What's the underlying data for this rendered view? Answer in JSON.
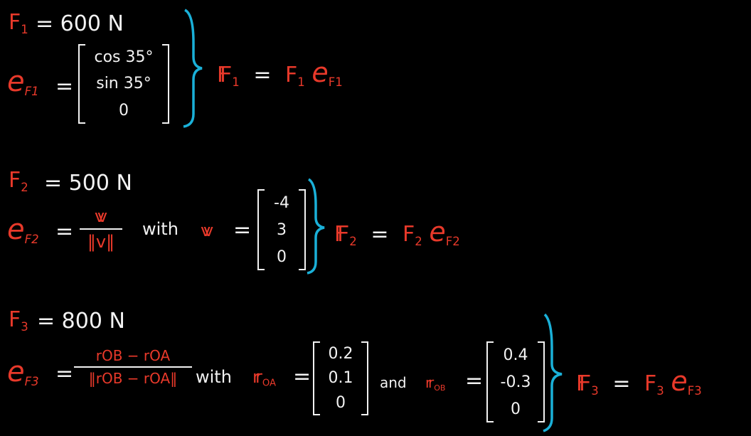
{
  "block1": {
    "force_symbol": "F",
    "force_sub": "1",
    "force_value": "= 600 N",
    "e_symbol": "e",
    "e_sub": "F1",
    "equals": "=",
    "matrix": [
      "cos 35°",
      "sin 35°",
      "0"
    ],
    "result_vec": "F",
    "result_vec_sub": "1",
    "result_eq": "=",
    "result_F": "F",
    "result_F_sub": "1",
    "result_e": "e",
    "result_e_sub": "F1"
  },
  "block2": {
    "force_symbol": "F",
    "force_sub": "2",
    "force_value": "= 500 N",
    "e_symbol": "e",
    "e_sub": "F2",
    "equals": "=",
    "frac_num": "v",
    "frac_den": "‖v‖",
    "with": "with",
    "v_symbol": "v",
    "v_eq": "=",
    "matrix": [
      "-4",
      "3",
      "0"
    ],
    "result_vec": "F",
    "result_vec_sub": "2",
    "result_eq": "=",
    "result_F": "F",
    "result_F_sub": "2",
    "result_e": "e",
    "result_e_sub": "F2"
  },
  "block3": {
    "force_symbol": "F",
    "force_sub": "3",
    "force_value": "= 800 N",
    "e_symbol": "e",
    "e_sub": "F3",
    "equals": "=",
    "frac_num": "rOB − rOA",
    "frac_den": "‖rOB − rOA‖",
    "with": "with",
    "rOA_symbol": "r",
    "rOA_sub": "OA",
    "rOA_eq": "=",
    "matrix_OA": [
      "0.2",
      "0.1",
      "0"
    ],
    "and": "and",
    "rOB_symbol": "r",
    "rOB_sub": "OB",
    "rOB_eq": "=",
    "matrix_OB": [
      "0.4",
      "-0.3",
      "0"
    ],
    "result_vec": "F",
    "result_vec_sub": "3",
    "result_eq": "=",
    "result_F": "F",
    "result_F_sub": "3",
    "result_e": "e",
    "result_e_sub": "F3"
  },
  "colors": {
    "red": "#e8392a",
    "white": "#f2f2f2",
    "brace": "#1ab0d8",
    "background": "#000000"
  }
}
